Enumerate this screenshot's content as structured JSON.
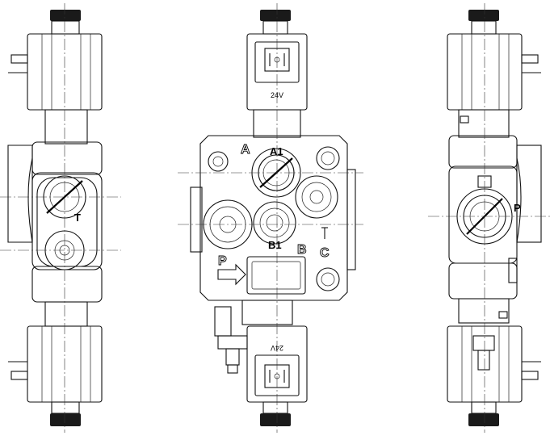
{
  "labels": {
    "left_t": "T",
    "front_a1": "A1",
    "front_b1": "B1",
    "front_a": "A",
    "front_b": "B",
    "front_p": "P",
    "front_c": "C",
    "right_p": "P",
    "coil_voltage_top": "24V",
    "coil_voltage_bottom": "24V"
  },
  "colors": {
    "line": "#111111",
    "background": "#ffffff"
  }
}
